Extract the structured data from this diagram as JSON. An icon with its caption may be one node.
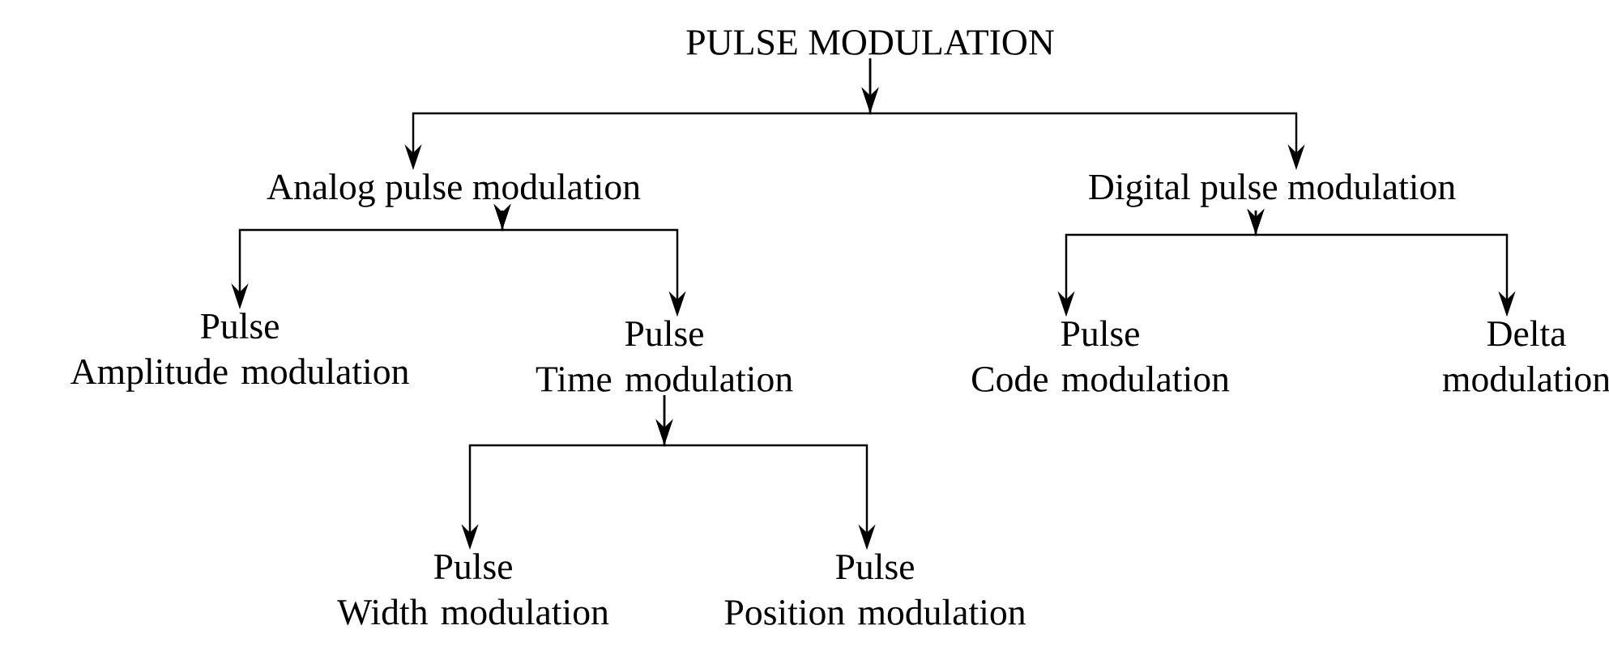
{
  "diagram": {
    "nodes": [
      {
        "text": [
          "PULSE MODULATION"
        ]
      },
      {
        "text": [
          "Analog pulse modulation"
        ]
      },
      {
        "text": [
          "Digital pulse modulation"
        ]
      },
      {
        "text": [
          "Pulse Amplitude modulation"
        ]
      },
      {
        "text": [
          "Pulse Time modulation"
        ]
      },
      {
        "text": [
          "Pulse Code modulation"
        ]
      },
      {
        "text": [
          "Delta modulation"
        ]
      },
      {
        "text": [
          "Pulse Width modulation"
        ]
      },
      {
        "text": [
          "Pulse Position modulation"
        ]
      }
    ],
    "edges": [
      {
        "from": 0,
        "to": 1,
        "arrow": "to"
      },
      {
        "from": 0,
        "to": 2,
        "arrow": "to"
      },
      {
        "from": 1,
        "to": 3,
        "arrow": "to"
      },
      {
        "from": 1,
        "to": 4,
        "arrow": "to"
      },
      {
        "from": 2,
        "to": 5,
        "arrow": "to"
      },
      {
        "from": 2,
        "to": 6,
        "arrow": "to"
      },
      {
        "from": 4,
        "to": 7,
        "arrow": "to"
      },
      {
        "from": 4,
        "to": 8,
        "arrow": "to"
      }
    ]
  }
}
